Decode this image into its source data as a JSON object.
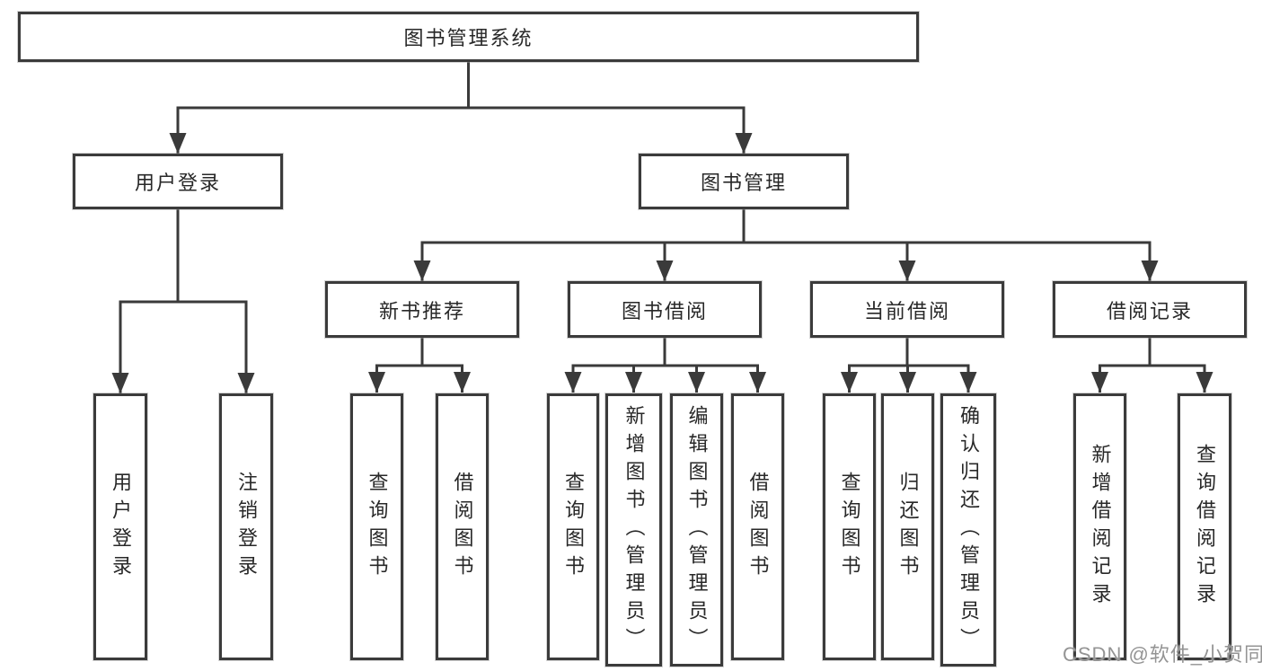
{
  "diagram": {
    "root": {
      "label": "图书管理系统"
    },
    "branches": [
      {
        "label": "用户登录",
        "children": [
          {
            "label": "用户登录"
          },
          {
            "label": "注销登录"
          }
        ]
      },
      {
        "label": "图书管理",
        "sections": [
          {
            "label": "新书推荐",
            "children": [
              {
                "label": "查询图书"
              },
              {
                "label": "借阅图书"
              }
            ]
          },
          {
            "label": "图书借阅",
            "children": [
              {
                "label": "查询图书"
              },
              {
                "label": "新增图书（管理员）"
              },
              {
                "label": "编辑图书（管理员）"
              },
              {
                "label": "借阅图书"
              }
            ]
          },
          {
            "label": "当前借阅",
            "children": [
              {
                "label": "查询图书"
              },
              {
                "label": "归还图书"
              },
              {
                "label": "确认归还（管理员）"
              }
            ]
          },
          {
            "label": "借阅记录",
            "children": [
              {
                "label": "新增借阅记录"
              },
              {
                "label": "查询借阅记录"
              }
            ]
          }
        ]
      }
    ]
  },
  "watermark": {
    "text": "CSDN @软件_小贺同学"
  },
  "colors": {
    "line": "#3a3a3a",
    "border": "#3b3b3b",
    "text": "#282828",
    "watermark": "#949494",
    "background": "#ffffff"
  }
}
